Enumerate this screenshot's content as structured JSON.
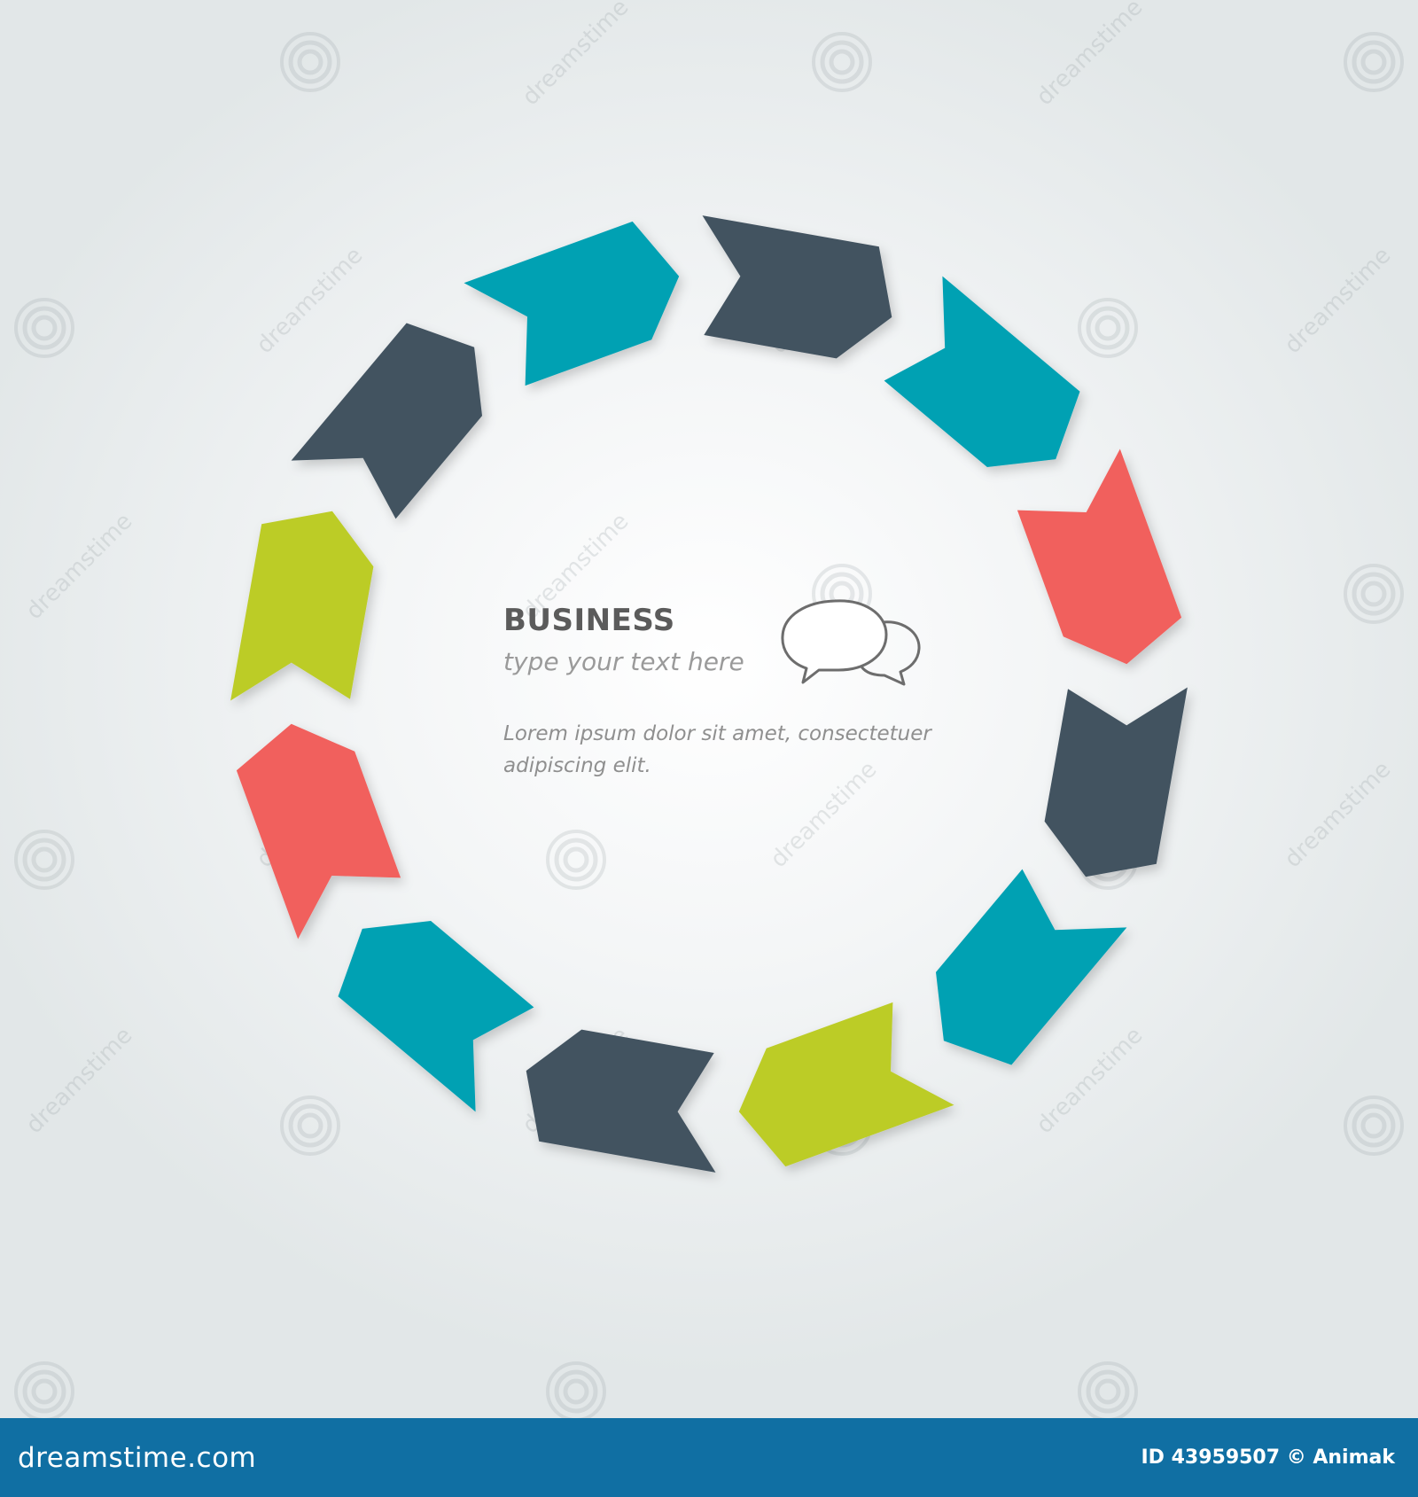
{
  "center": {
    "title": "BUSINESS",
    "subtitle": "type your text here",
    "body_lines": [
      "Lorem ipsum dolor sit amet, consectetuer",
      "adipiscing elit."
    ]
  },
  "cycle": {
    "segment_count": 12,
    "segment_colors": [
      "#425361",
      "#02a1b3",
      "#f1615d",
      "#425361",
      "#02a1b3",
      "#bccc27",
      "#425361",
      "#02a1b3",
      "#f1615d",
      "#bccc27",
      "#425361",
      "#02a1b3"
    ],
    "palette": {
      "dark": "#425361",
      "teal": "#02a1b3",
      "coral": "#f1615d",
      "lime": "#bccc27"
    }
  },
  "icons": {
    "chat": "speech-bubbles-icon",
    "watermark": "spiral-logo-icon"
  },
  "footer": {
    "site": "dreamstime.com",
    "credit": "ID 43959507 © Animak",
    "background_color": "#106fa3"
  },
  "watermark_text": "dreamstime"
}
